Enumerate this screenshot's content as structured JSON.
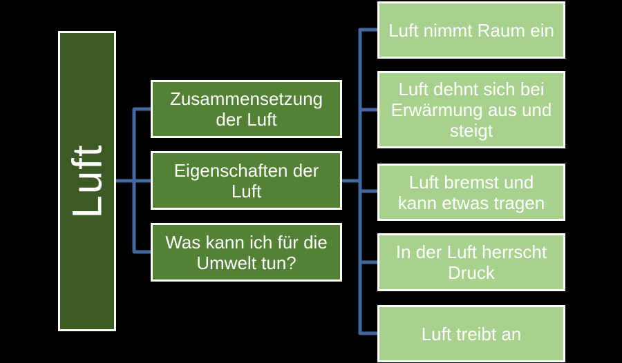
{
  "colors": {
    "background": "#000000",
    "root-fill": "#3d5a24",
    "branch-fill": "#538135",
    "leaf-fill": "#a9d18e",
    "node-border": "#ffffff",
    "connector": "#44699f",
    "text": "#ffffff"
  },
  "root": {
    "label": "Luft"
  },
  "branches": [
    {
      "label": "Zusammensetzung\nder Luft"
    },
    {
      "label": "Eigenschaften der\nLuft"
    },
    {
      "label": "Was kann ich für die\nUmwelt tun?"
    }
  ],
  "leaves": [
    {
      "label": "Luft nimmt Raum ein"
    },
    {
      "label": "Luft dehnt sich bei\nErwärmung aus und\nsteigt"
    },
    {
      "label": "Luft bremst und\nkann etwas tragen"
    },
    {
      "label": "In der Luft herrscht\nDruck"
    },
    {
      "label": "Luft treibt an"
    }
  ]
}
